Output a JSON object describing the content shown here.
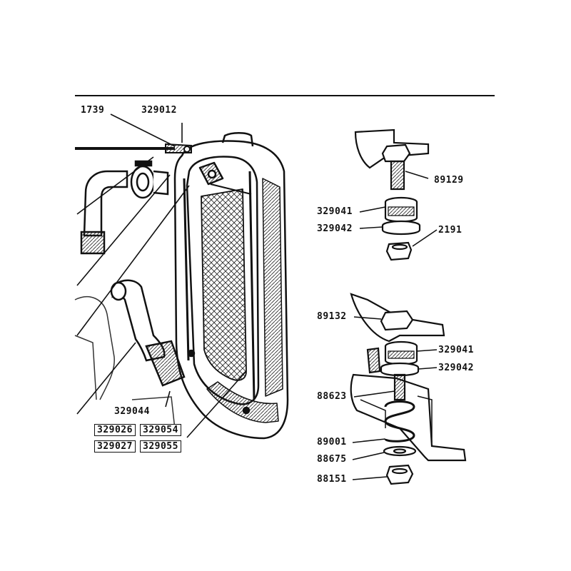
{
  "labels": {
    "p1739": "1739",
    "p329012": "329012",
    "p89129": "89129",
    "p329041_top": "329041",
    "p329042_top": "329042",
    "p2191": "2191",
    "p89132": "89132",
    "p329041_mid": "329041",
    "p329042_mid": "329042",
    "p88623": "88623",
    "p89001": "89001",
    "p88675": "88675",
    "p88151": "88151",
    "p329044": "329044",
    "p329026": "329026",
    "p329054": "329054",
    "p329027": "329027",
    "p329055": "329055"
  },
  "colors": {
    "ink": "#111111",
    "paper": "#ffffff",
    "shade": "#555555"
  }
}
